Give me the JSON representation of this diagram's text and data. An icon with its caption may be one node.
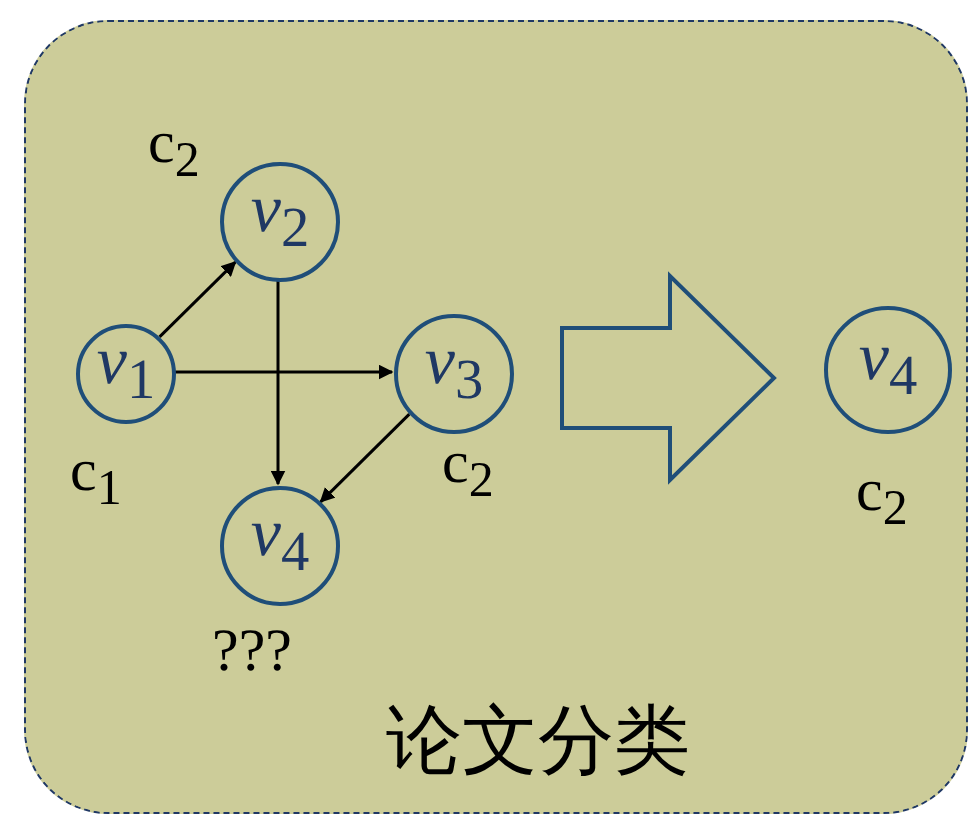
{
  "diagram": {
    "nodes": [
      {
        "text": [
          "论文分类"
        ]
      },
      {
        "text": [
          "*v*$_{1}$"
        ],
        "beside": [
          "c$_{1}$"
        ],
        "in": 0
      },
      {
        "text": [
          "*v*$_{2}$"
        ],
        "beside": [
          "c$_{2}$"
        ],
        "in": 0
      },
      {
        "text": [
          "*v*$_{3}$"
        ],
        "beside": [
          "c$_{2}$"
        ],
        "in": 0
      },
      {
        "text": [
          "*v*$_{4}$"
        ],
        "beside": [
          "???"
        ],
        "in": 0
      },
      {
        "text": [
          "*v*$_{4}$"
        ],
        "beside": [
          "c$_{2}$"
        ],
        "in": 0
      }
    ],
    "edges": [
      {
        "from": 1,
        "to": 2,
        "arrow": "to"
      },
      {
        "from": 1,
        "to": 3,
        "arrow": "to"
      },
      {
        "from": 2,
        "to": 4,
        "arrow": "to"
      },
      {
        "from": 3,
        "to": 4,
        "arrow": "to"
      },
      {
        "from": null,
        "to": 5,
        "arrow": "to",
        "style": "thick",
        "color": "#1f4e79"
      }
    ]
  }
}
